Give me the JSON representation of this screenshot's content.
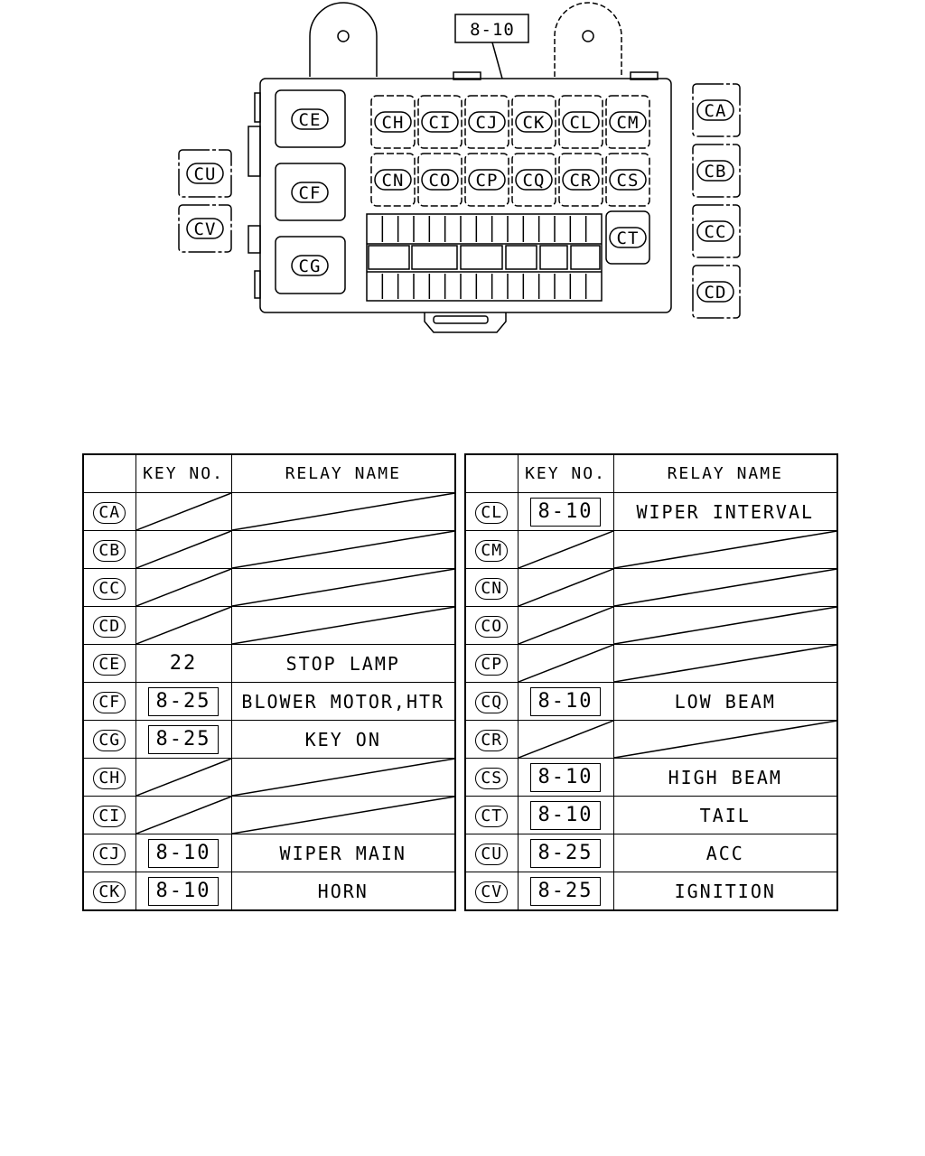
{
  "callout": "8-10",
  "left_relays": [
    "CE",
    "CF",
    "CG"
  ],
  "grid_relays": [
    "CH",
    "CI",
    "CJ",
    "CK",
    "CL",
    "CM",
    "CN",
    "CO",
    "CP",
    "CQ",
    "CR",
    "CS",
    "CT"
  ],
  "outer_left": [
    "CU",
    "CV"
  ],
  "outer_right": [
    "CA",
    "CB",
    "CC",
    "CD"
  ],
  "headers": {
    "code": "",
    "key": "KEY NO.",
    "name": "RELAY NAME"
  },
  "left_table": [
    {
      "code": "CA",
      "key": "",
      "name": "",
      "boxed": false
    },
    {
      "code": "CB",
      "key": "",
      "name": "",
      "boxed": false
    },
    {
      "code": "CC",
      "key": "",
      "name": "",
      "boxed": false
    },
    {
      "code": "CD",
      "key": "",
      "name": "",
      "boxed": false
    },
    {
      "code": "CE",
      "key": "22",
      "name": "STOP LAMP",
      "boxed": false
    },
    {
      "code": "CF",
      "key": "8-25",
      "name": "BLOWER MOTOR,HTR",
      "boxed": true
    },
    {
      "code": "CG",
      "key": "8-25",
      "name": "KEY ON",
      "boxed": true
    },
    {
      "code": "CH",
      "key": "",
      "name": "",
      "boxed": false
    },
    {
      "code": "CI",
      "key": "",
      "name": "",
      "boxed": false
    },
    {
      "code": "CJ",
      "key": "8-10",
      "name": "WIPER MAIN",
      "boxed": true
    },
    {
      "code": "CK",
      "key": "8-10",
      "name": "HORN",
      "boxed": true
    }
  ],
  "right_table": [
    {
      "code": "CL",
      "key": "8-10",
      "name": "WIPER INTERVAL",
      "boxed": true
    },
    {
      "code": "CM",
      "key": "",
      "name": "",
      "boxed": false
    },
    {
      "code": "CN",
      "key": "",
      "name": "",
      "boxed": false
    },
    {
      "code": "CO",
      "key": "",
      "name": "",
      "boxed": false
    },
    {
      "code": "CP",
      "key": "",
      "name": "",
      "boxed": false
    },
    {
      "code": "CQ",
      "key": "8-10",
      "name": "LOW BEAM",
      "boxed": true
    },
    {
      "code": "CR",
      "key": "",
      "name": "",
      "boxed": false
    },
    {
      "code": "CS",
      "key": "8-10",
      "name": "HIGH BEAM",
      "boxed": true
    },
    {
      "code": "CT",
      "key": "8-10",
      "name": "TAIL",
      "boxed": true
    },
    {
      "code": "CU",
      "key": "8-25",
      "name": "ACC",
      "boxed": true
    },
    {
      "code": "CV",
      "key": "8-25",
      "name": "IGNITION",
      "boxed": true
    }
  ]
}
